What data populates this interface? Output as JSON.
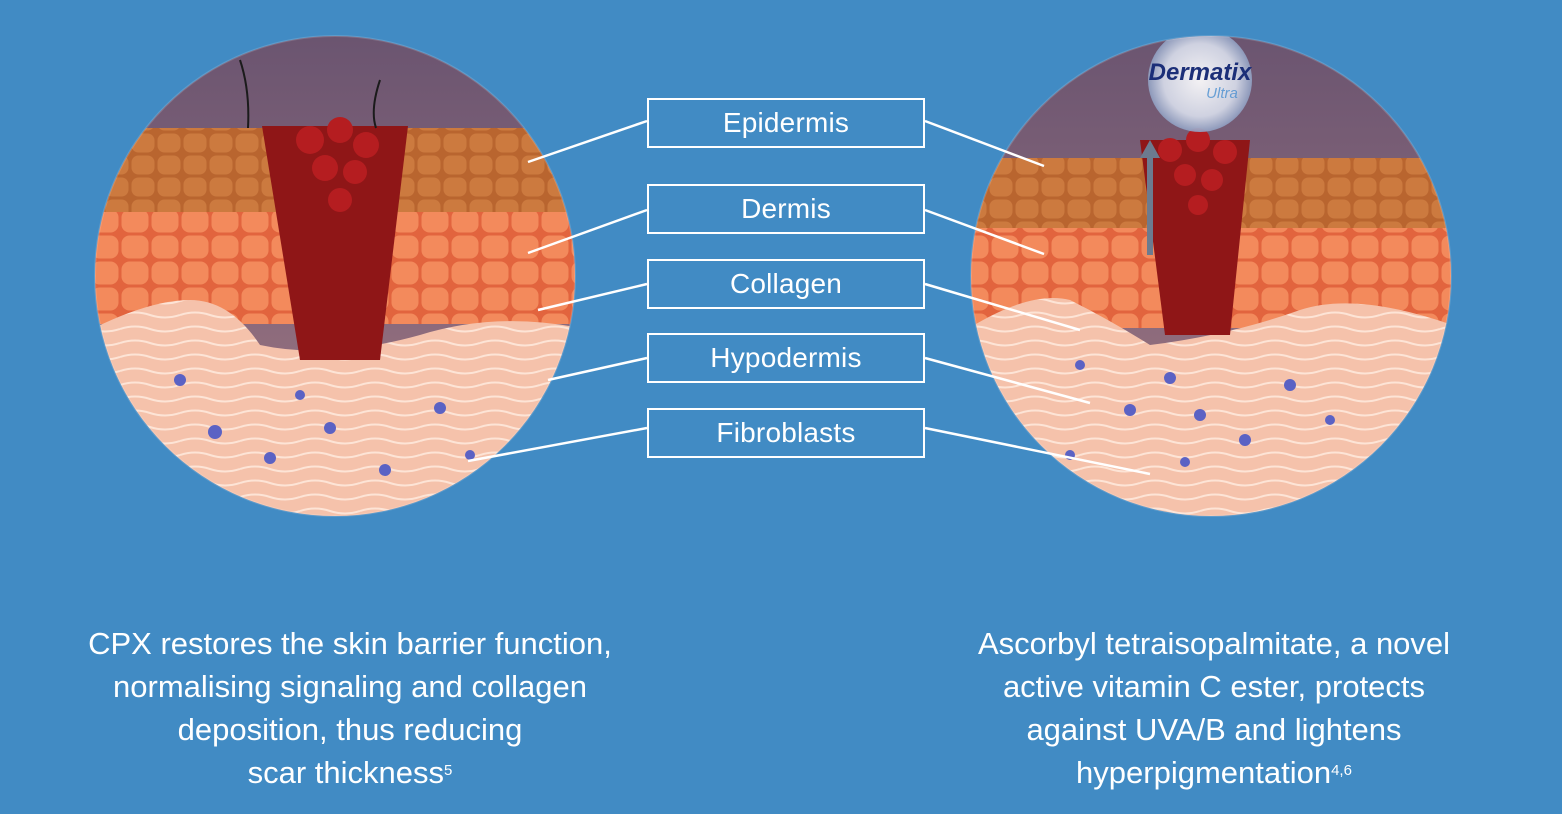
{
  "labels": [
    "Epidermis",
    "Dermis",
    "Collagen",
    "Hypodermis",
    "Fibroblasts"
  ],
  "brand": {
    "name": "Dermatix",
    "sub": "Ultra"
  },
  "captions": {
    "left": {
      "lines": [
        "CPX restores the skin barrier function,",
        "normalising signaling and collagen",
        "deposition, thus reducing",
        "scar thickness"
      ],
      "ref": "5"
    },
    "right": {
      "lines": [
        "Ascorbyl tetraisopalmitate, a novel",
        "active vitamin C ester, protects",
        "against UVA/B and lightens",
        "hyperpigmentation"
      ],
      "ref": "4,6"
    }
  },
  "colors": {
    "background": "#418bc4",
    "epidermis": "#b9652f",
    "dermis": "#ee7b4e",
    "collagen": "#f6c1a6",
    "scar": "#8f1617",
    "fibroblast": "#5b62c4",
    "line": "#ffffff"
  }
}
